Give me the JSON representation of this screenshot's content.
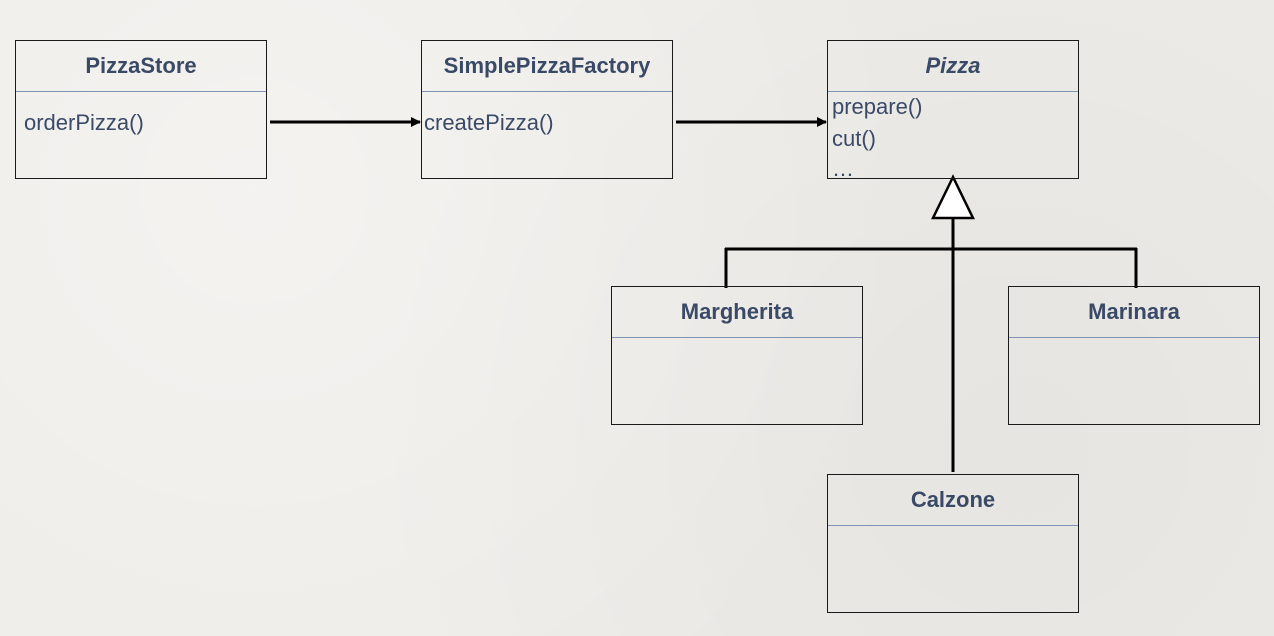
{
  "diagram": {
    "classes": {
      "pizza_store": {
        "name": "PizzaStore",
        "operations": [
          "orderPizza()"
        ]
      },
      "simple_pizza_factory": {
        "name": "SimplePizzaFactory",
        "operations": [
          "createPizza()"
        ]
      },
      "pizza": {
        "name": "Pizza",
        "operations": [
          "prepare()",
          "cut()",
          "…"
        ]
      },
      "margherita": {
        "name": "Margherita",
        "operations": []
      },
      "marinara": {
        "name": "Marinara",
        "operations": []
      },
      "calzone": {
        "name": "Calzone",
        "operations": []
      }
    },
    "relationships": [
      {
        "from": "PizzaStore",
        "to": "SimplePizzaFactory",
        "type": "association"
      },
      {
        "from": "SimplePizzaFactory",
        "to": "Pizza",
        "type": "association"
      },
      {
        "from": "Margherita",
        "to": "Pizza",
        "type": "generalization"
      },
      {
        "from": "Marinara",
        "to": "Pizza",
        "type": "generalization"
      },
      {
        "from": "Calzone",
        "to": "Pizza",
        "type": "generalization"
      }
    ],
    "colors": {
      "text": "#3a4a66",
      "divider": "#7f93b5",
      "border": "#1a1a1a",
      "background": "#eeece8"
    }
  }
}
